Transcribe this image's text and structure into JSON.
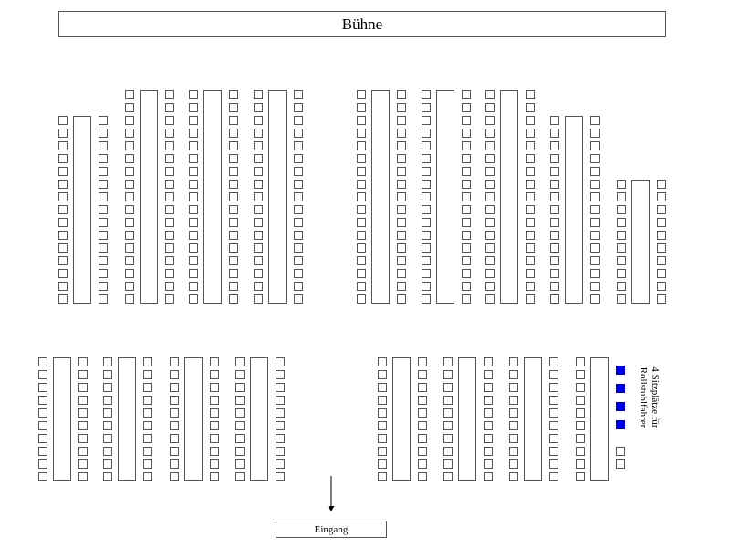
{
  "stage_label": "Bühne",
  "entrance_label": "Eingang",
  "wheelchair_note": {
    "line1": "4 Sitzplätze für",
    "line2": "Rollstuhlfahrer",
    "seat_count": 4,
    "seat_color": "#0000ee"
  }
}
